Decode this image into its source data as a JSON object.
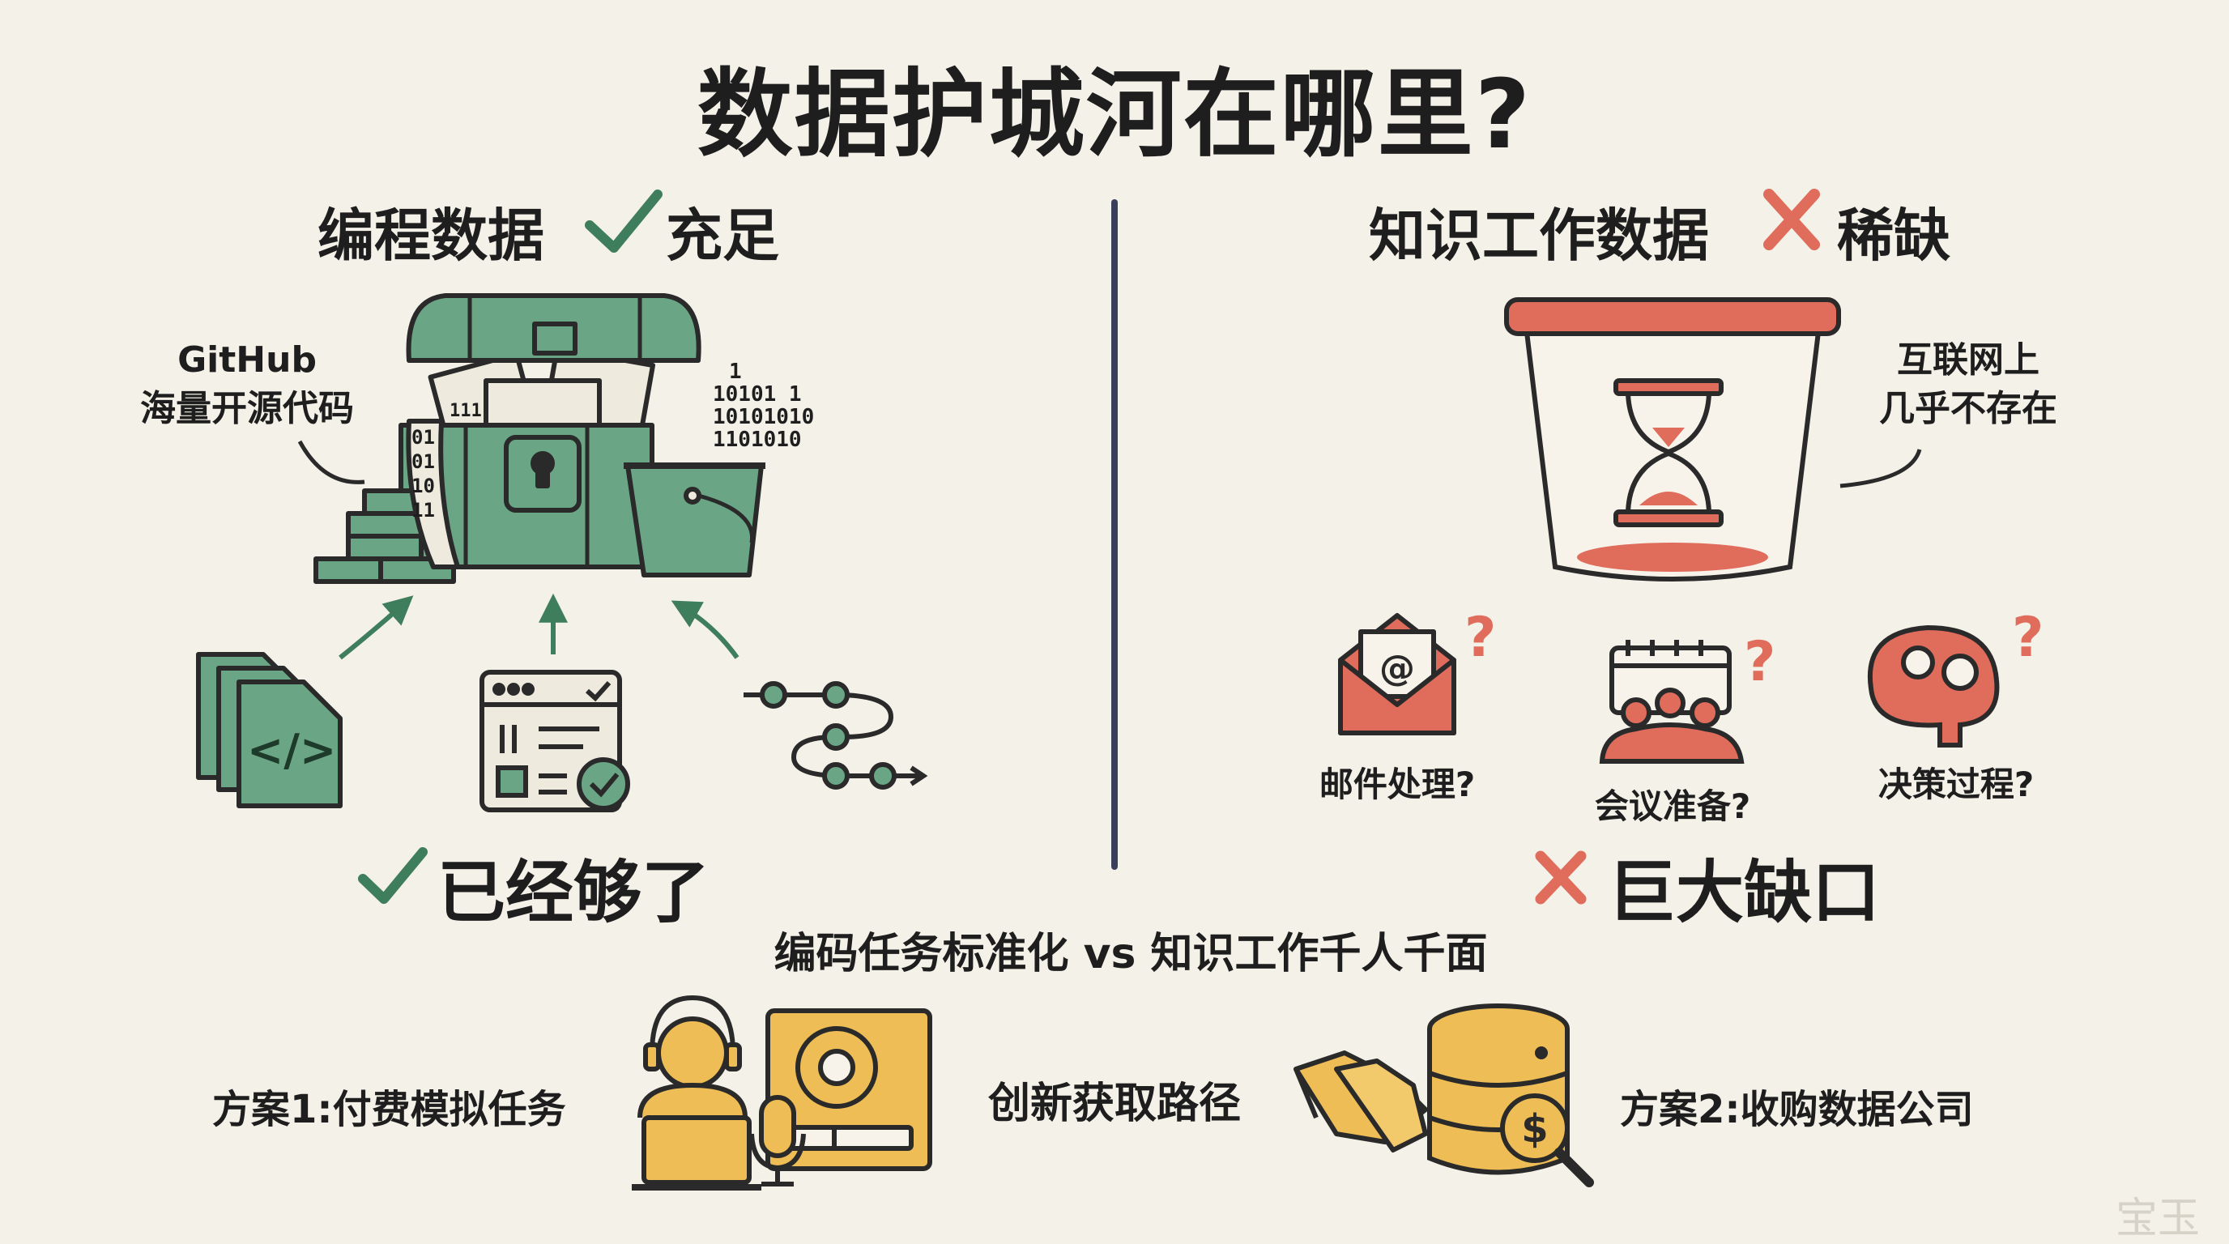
{
  "title": "数据护城河在哪里?",
  "left": {
    "heading": "编程数据",
    "heading_status": "充足",
    "callout": [
      "GitHub",
      "海量开源代码"
    ],
    "conclusion": "已经够了",
    "binary_lines": [
      "1",
      "10101 1",
      "10101010",
      "1101010"
    ],
    "binary_strip": [
      "01",
      "01",
      "10",
      "11"
    ],
    "binary_left": "111",
    "code_icon": "</>"
  },
  "right": {
    "heading": "知识工作数据",
    "heading_status": "稀缺",
    "callout": [
      "互联网上",
      "几乎不存在"
    ],
    "items": [
      {
        "label": "邮件处理?",
        "icon": "email-icon"
      },
      {
        "label": "会议准备?",
        "icon": "meeting-icon"
      },
      {
        "label": "决策过程?",
        "icon": "brain-gears-icon"
      }
    ],
    "conclusion": "巨大缺口"
  },
  "comparison": "编码任务标准化 vs 知识工作千人千面",
  "bottom": {
    "plan1": "方案1:付费模拟任务",
    "center": "创新获取路径",
    "plan2": "方案2:收购数据公司"
  },
  "watermark": "宝玉",
  "colors": {
    "green": "#6aa685",
    "green_dark": "#3f7e5c",
    "red": "#e06c5c",
    "yellow": "#efbd55",
    "outline": "#2a2a2a",
    "background": "#f4f1e8",
    "divider": "#3a3f5a"
  }
}
